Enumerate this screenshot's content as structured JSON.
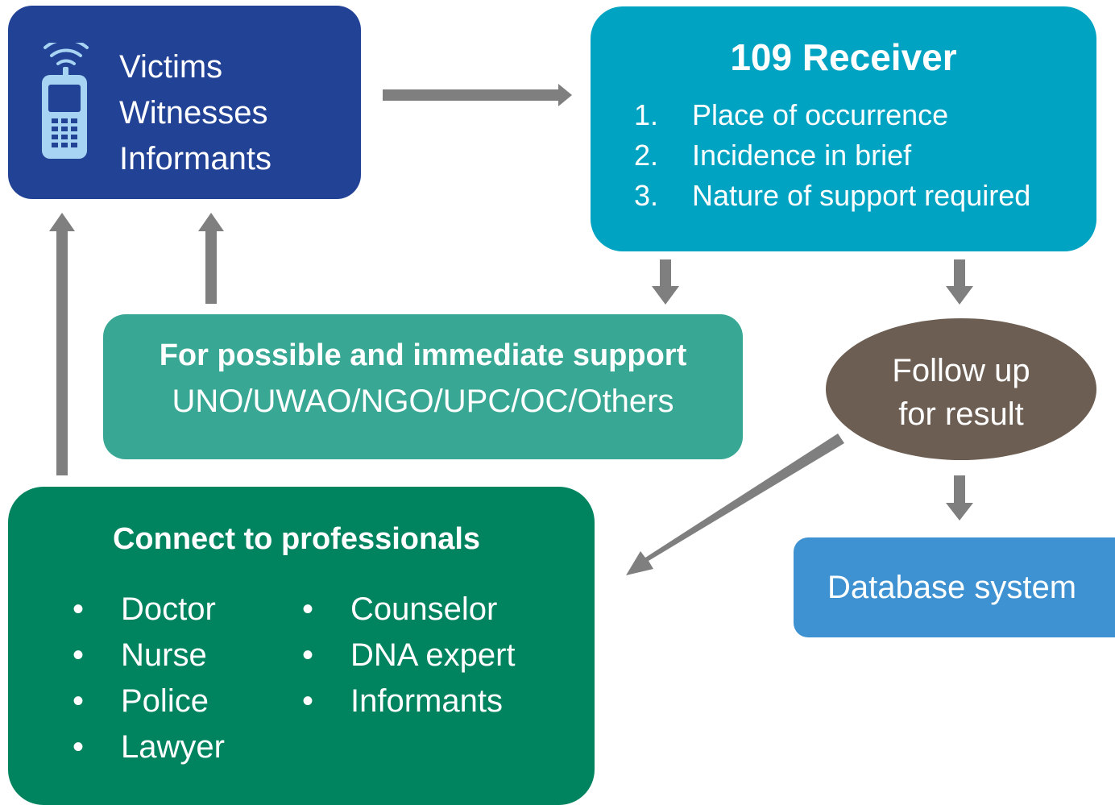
{
  "callers": {
    "lines": [
      "Victims",
      "Witnesses",
      "Informants"
    ]
  },
  "receiver": {
    "title": "109 Receiver",
    "items": [
      {
        "num": "1.",
        "text": "Place of occurrence"
      },
      {
        "num": "2.",
        "text": "Incidence in brief"
      },
      {
        "num": "3.",
        "text": "Nature of support required"
      }
    ]
  },
  "support": {
    "title": "For possible and immediate support",
    "subtitle": "UNO/UWAO/NGO/UPC/OC/Others"
  },
  "followup": {
    "line1": "Follow up",
    "line2": "for result"
  },
  "database": {
    "label": "Database system"
  },
  "professionals": {
    "title": "Connect to professionals",
    "bullet": "•",
    "col1": [
      "Doctor",
      "Nurse",
      "Police",
      "Lawyer"
    ],
    "col2": [
      "Counselor",
      "DNA expert",
      "Informants"
    ]
  },
  "colors": {
    "callers": "#224295",
    "receiver": "#00a3c2",
    "support": "#38a894",
    "followup": "#6c5e52",
    "database": "#3e92d2",
    "professionals": "#00835f",
    "arrow": "#7f7f7f"
  }
}
